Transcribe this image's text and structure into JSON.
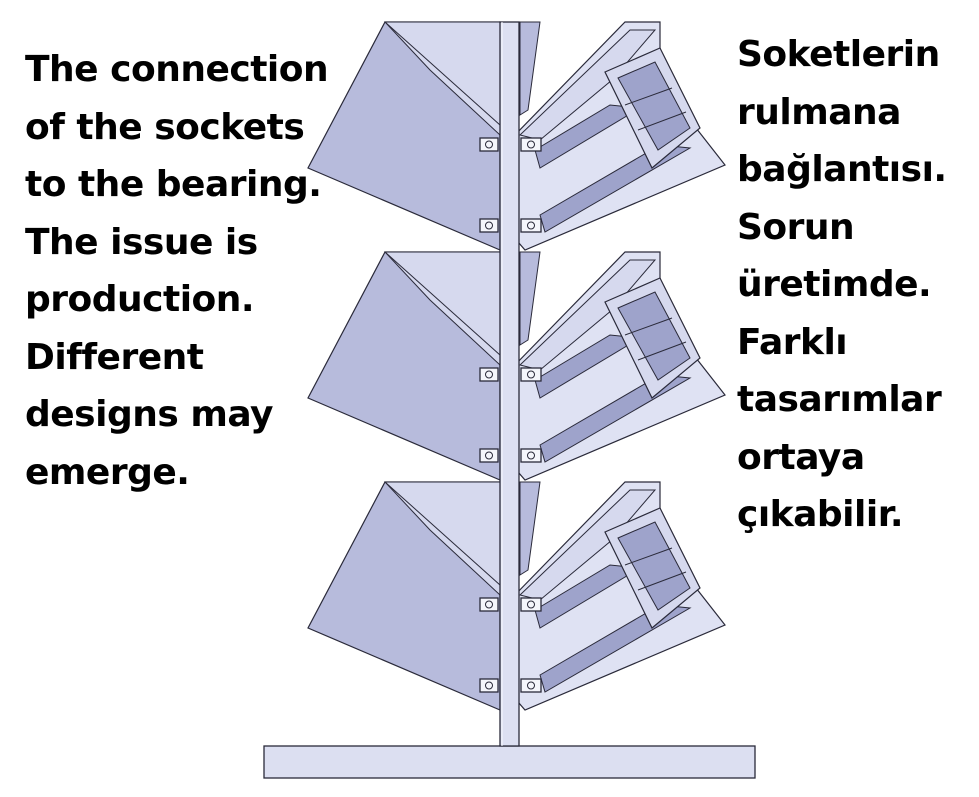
{
  "caption_left": {
    "lines": [
      "The connection",
      "of the sockets",
      "to the bearing.",
      "The issue is",
      "production.",
      "Different",
      "designs may",
      "emerge."
    ]
  },
  "caption_right": {
    "lines": [
      "Soketlerin",
      "rulmana",
      "bağlantısı.",
      "Sorun",
      "üretimde.",
      "Farklı",
      "tasarımlar",
      "ortaya",
      "çıkabilir."
    ]
  },
  "drawing": {
    "stage_count": 3,
    "colors": {
      "cone_dark": "#b7bbdc",
      "cone_light": "#d6d9ee",
      "arm_face": "#dfe2f3",
      "arm_shade": "#9ea3cb",
      "shaft": "#dde0f2",
      "outline": "#2a2a3a",
      "base": "#dcdff1"
    }
  }
}
